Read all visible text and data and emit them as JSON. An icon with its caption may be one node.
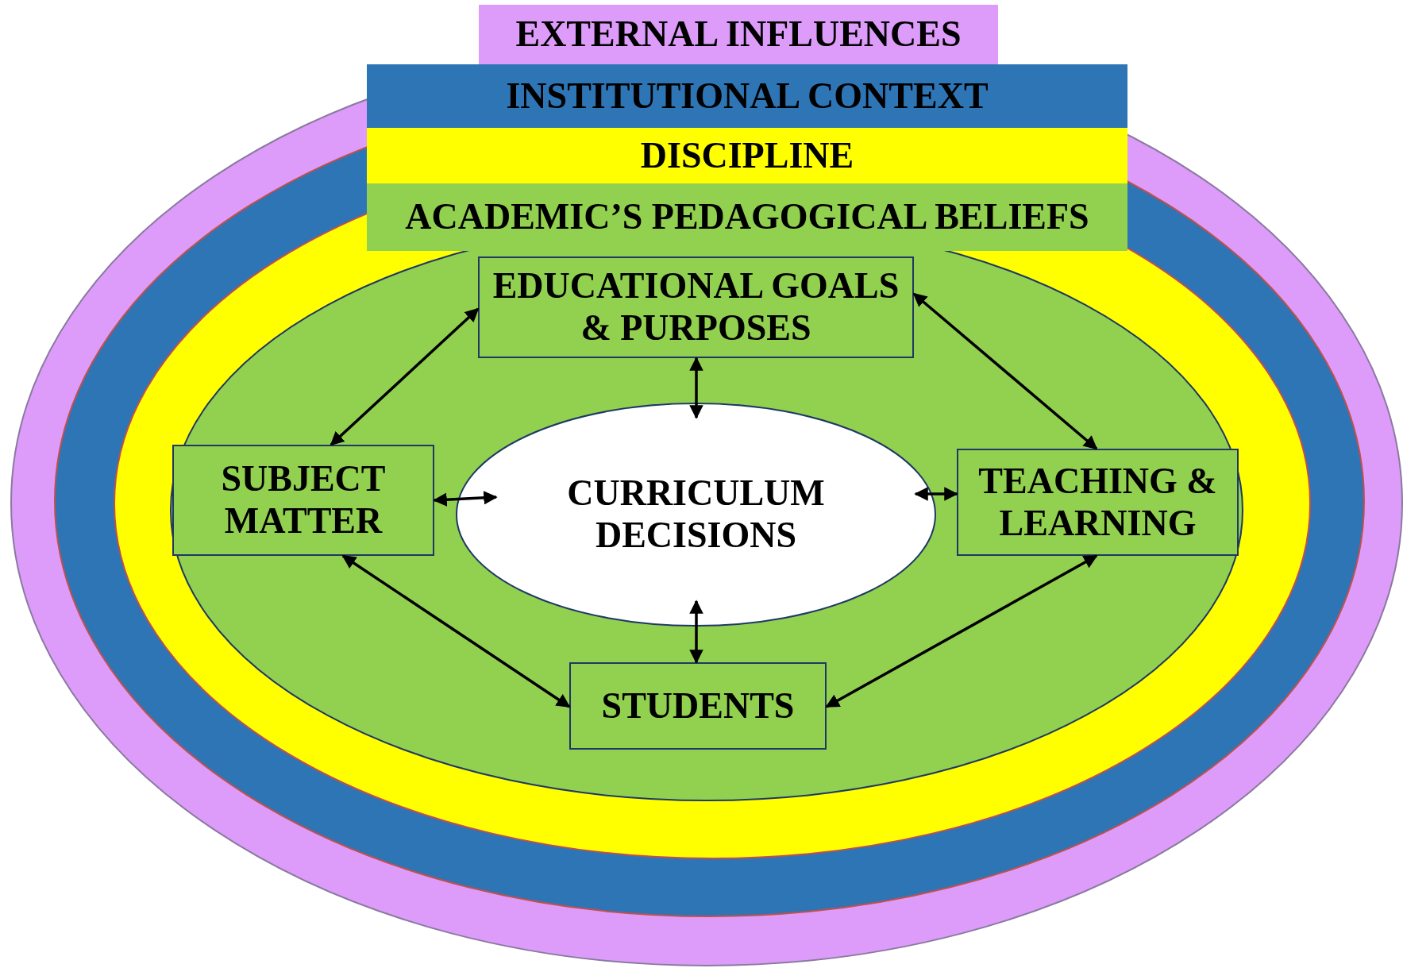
{
  "diagram": {
    "nodes": [
      {
        "text": [
          "EXTERNAL INFLUENCES"
        ]
      },
      {
        "text": [
          "INSTITUTIONAL CONTEXT"
        ],
        "in": 0
      },
      {
        "text": [
          "DISCIPLINE"
        ],
        "in": 1
      },
      {
        "text": [
          "ACADEMIC’S PEDAGOGICAL BELIEFS"
        ],
        "in": 2
      },
      {
        "text": [
          "EDUCATIONAL GOALS & PURPOSES"
        ],
        "in": 3
      },
      {
        "text": [
          "SUBJECT MATTER"
        ],
        "in": 3
      },
      {
        "text": [
          "CURRICULUM DECISIONS"
        ],
        "in": 3
      },
      {
        "text": [
          "TEACHING & LEARNING"
        ],
        "in": 3
      },
      {
        "text": [
          "STUDENTS"
        ],
        "in": 3
      }
    ],
    "edges": [
      {
        "from": 4,
        "to": 5,
        "arrow": "both"
      },
      {
        "from": 4,
        "to": 7,
        "arrow": "both"
      },
      {
        "from": 4,
        "to": 6,
        "arrow": "both"
      },
      {
        "from": 5,
        "to": 6,
        "arrow": "both"
      },
      {
        "from": 6,
        "to": 7,
        "arrow": "both"
      },
      {
        "from": 6,
        "to": 8,
        "arrow": "both"
      },
      {
        "from": 5,
        "to": 8,
        "arrow": "both"
      },
      {
        "from": 7,
        "to": 8,
        "arrow": "both"
      }
    ]
  }
}
